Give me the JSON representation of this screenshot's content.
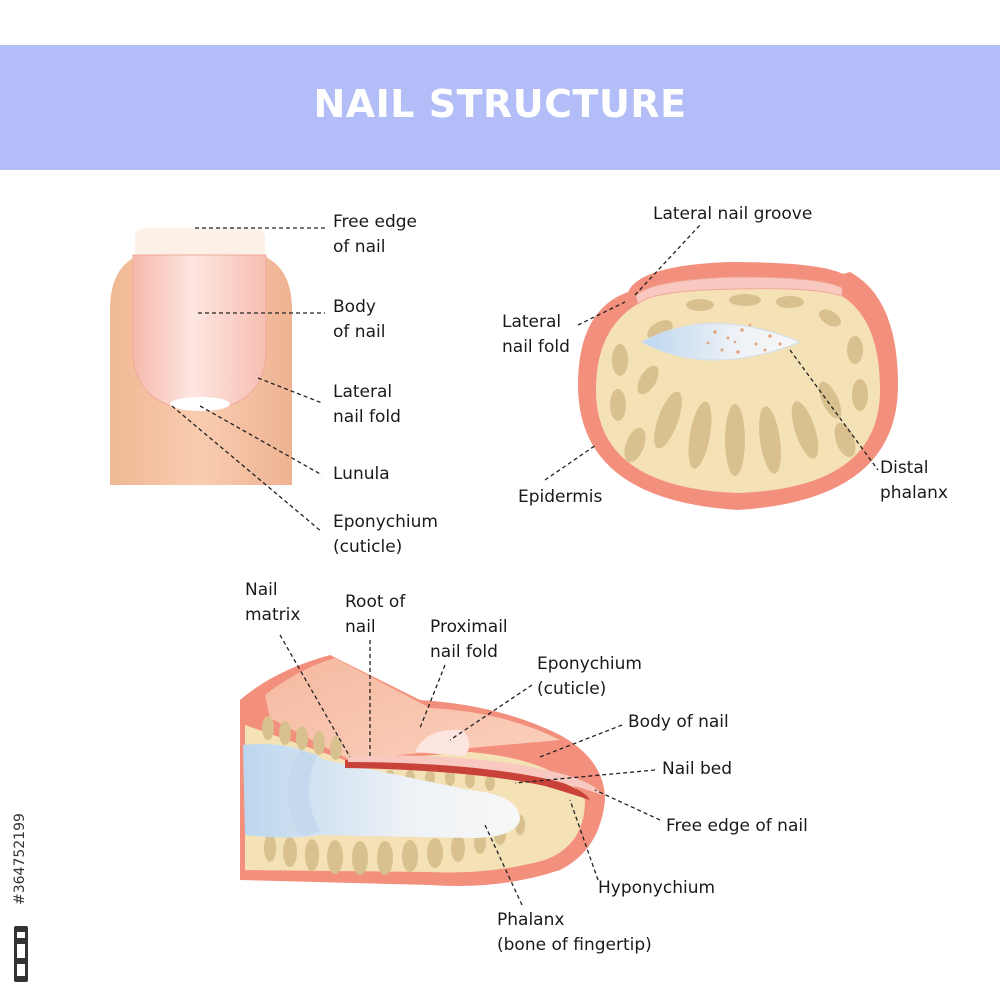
{
  "header": {
    "title": "NAIL STRUCTURE"
  },
  "top_view": {
    "labels": {
      "free_edge": [
        "Free edge",
        "of nail"
      ],
      "body": [
        "Body",
        "of nail"
      ],
      "lateral_fold": [
        "Lateral",
        "nail fold"
      ],
      "lunula": [
        "Lunula"
      ],
      "eponychium": [
        "Eponychium",
        "(cuticle)"
      ]
    }
  },
  "cross_section": {
    "labels": {
      "lateral_groove": [
        "Lateral nail groove"
      ],
      "lateral_fold": [
        "Lateral",
        "nail fold"
      ],
      "epidermis": [
        "Epidermis"
      ],
      "distal_phalanx": [
        "Distal",
        "phalanx"
      ]
    }
  },
  "side_view": {
    "labels": {
      "nail_matrix": [
        "Nail",
        "matrix"
      ],
      "root": [
        "Root of",
        "nail"
      ],
      "proximal_fold": [
        "Proximail",
        "nail fold"
      ],
      "eponychium": [
        "Eponychium",
        "(cuticle)"
      ],
      "body": [
        "Body of nail"
      ],
      "nail_bed": [
        "Nail bed"
      ],
      "free_edge": [
        "Free edge of nail"
      ],
      "hyponychium": [
        "Hyponychium"
      ],
      "phalanx": [
        "Phalanx",
        "(bone of fingertip)"
      ]
    }
  },
  "stock_id": "#364752199",
  "colors": {
    "banner": "#b3bdf7",
    "skin": "#f7c3a5",
    "nail": "#f9c8c0",
    "bone_tissue": "#f4e1b6",
    "bone": "#d9c08f",
    "epidermis": "#f3907d"
  }
}
